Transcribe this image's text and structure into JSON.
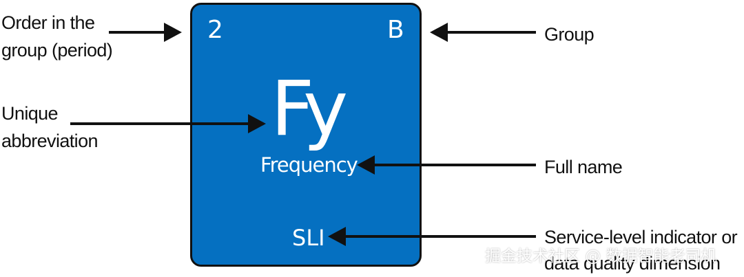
{
  "colors": {
    "card_fill": "#0570c1",
    "card_border": "#111111",
    "arrow": "#111111",
    "text_dark": "#111111",
    "text_light": "#ffffff"
  },
  "element": {
    "order": "2",
    "group": "B",
    "abbreviation": "Fy",
    "full_name": "Frequency",
    "indicator": "SLI"
  },
  "labels": {
    "order_line1": "Order in the",
    "order_line2": "group (period)",
    "group": "Group",
    "abbr_line1": "Unique",
    "abbr_line2": "abbreviation",
    "full_name": "Full name",
    "indicator_line1": "Service-level indicator or",
    "indicator_line2": "data quality dimension"
  },
  "watermark": "掘金技术社区 @ 数据智能老司机"
}
